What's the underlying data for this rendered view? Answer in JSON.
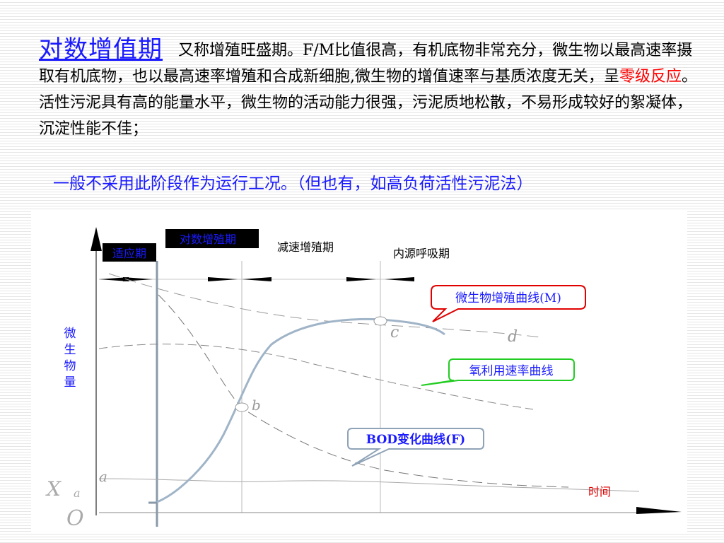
{
  "heading": "对数增值期",
  "paragraph": {
    "part1": "又称增殖旺盛期。F/M比值很高，有机底物非常充分，微生物以最高速率摄取有机底物，也以最高速率增殖和合成新细胞,微生物的增值速率与基质浓度无关，呈",
    "highlight": "零级反应",
    "part2": "。活性污泥具有高的能量水平，微生物的活动能力很强，污泥质地松散，不易形成较好的絮凝体，沉淀性能不佳；"
  },
  "note": "一般不采用此阶段作为运行工况。（但也有，如高负荷活性污泥法）",
  "figure": {
    "phases": {
      "lag": "适应期",
      "log": "对数增殖期",
      "decline": "减速增殖期",
      "endogenous": "内源呼吸期"
    },
    "y_axis_label": [
      "微",
      "生",
      "物",
      "量"
    ],
    "x_axis_label": "时间",
    "callouts": {
      "growth_curve": "微生物增殖曲线(M)",
      "oxygen_curve": "氧利用速率曲线",
      "bod_curve": "BOD变化曲线(F)"
    },
    "point_labels": {
      "a": "a",
      "b": "b",
      "c": "c",
      "d": "d",
      "xa_main": "X",
      "xa_sub": "a",
      "origin": "O"
    },
    "colors": {
      "label_box_bg": "#000000",
      "label_box_text": "#1a1aff",
      "growth_callout": "#e00000",
      "oxygen_callout": "#22cc22",
      "bod_callout": "#8fa3b8",
      "growth_curve": "#a0b4c8"
    }
  }
}
